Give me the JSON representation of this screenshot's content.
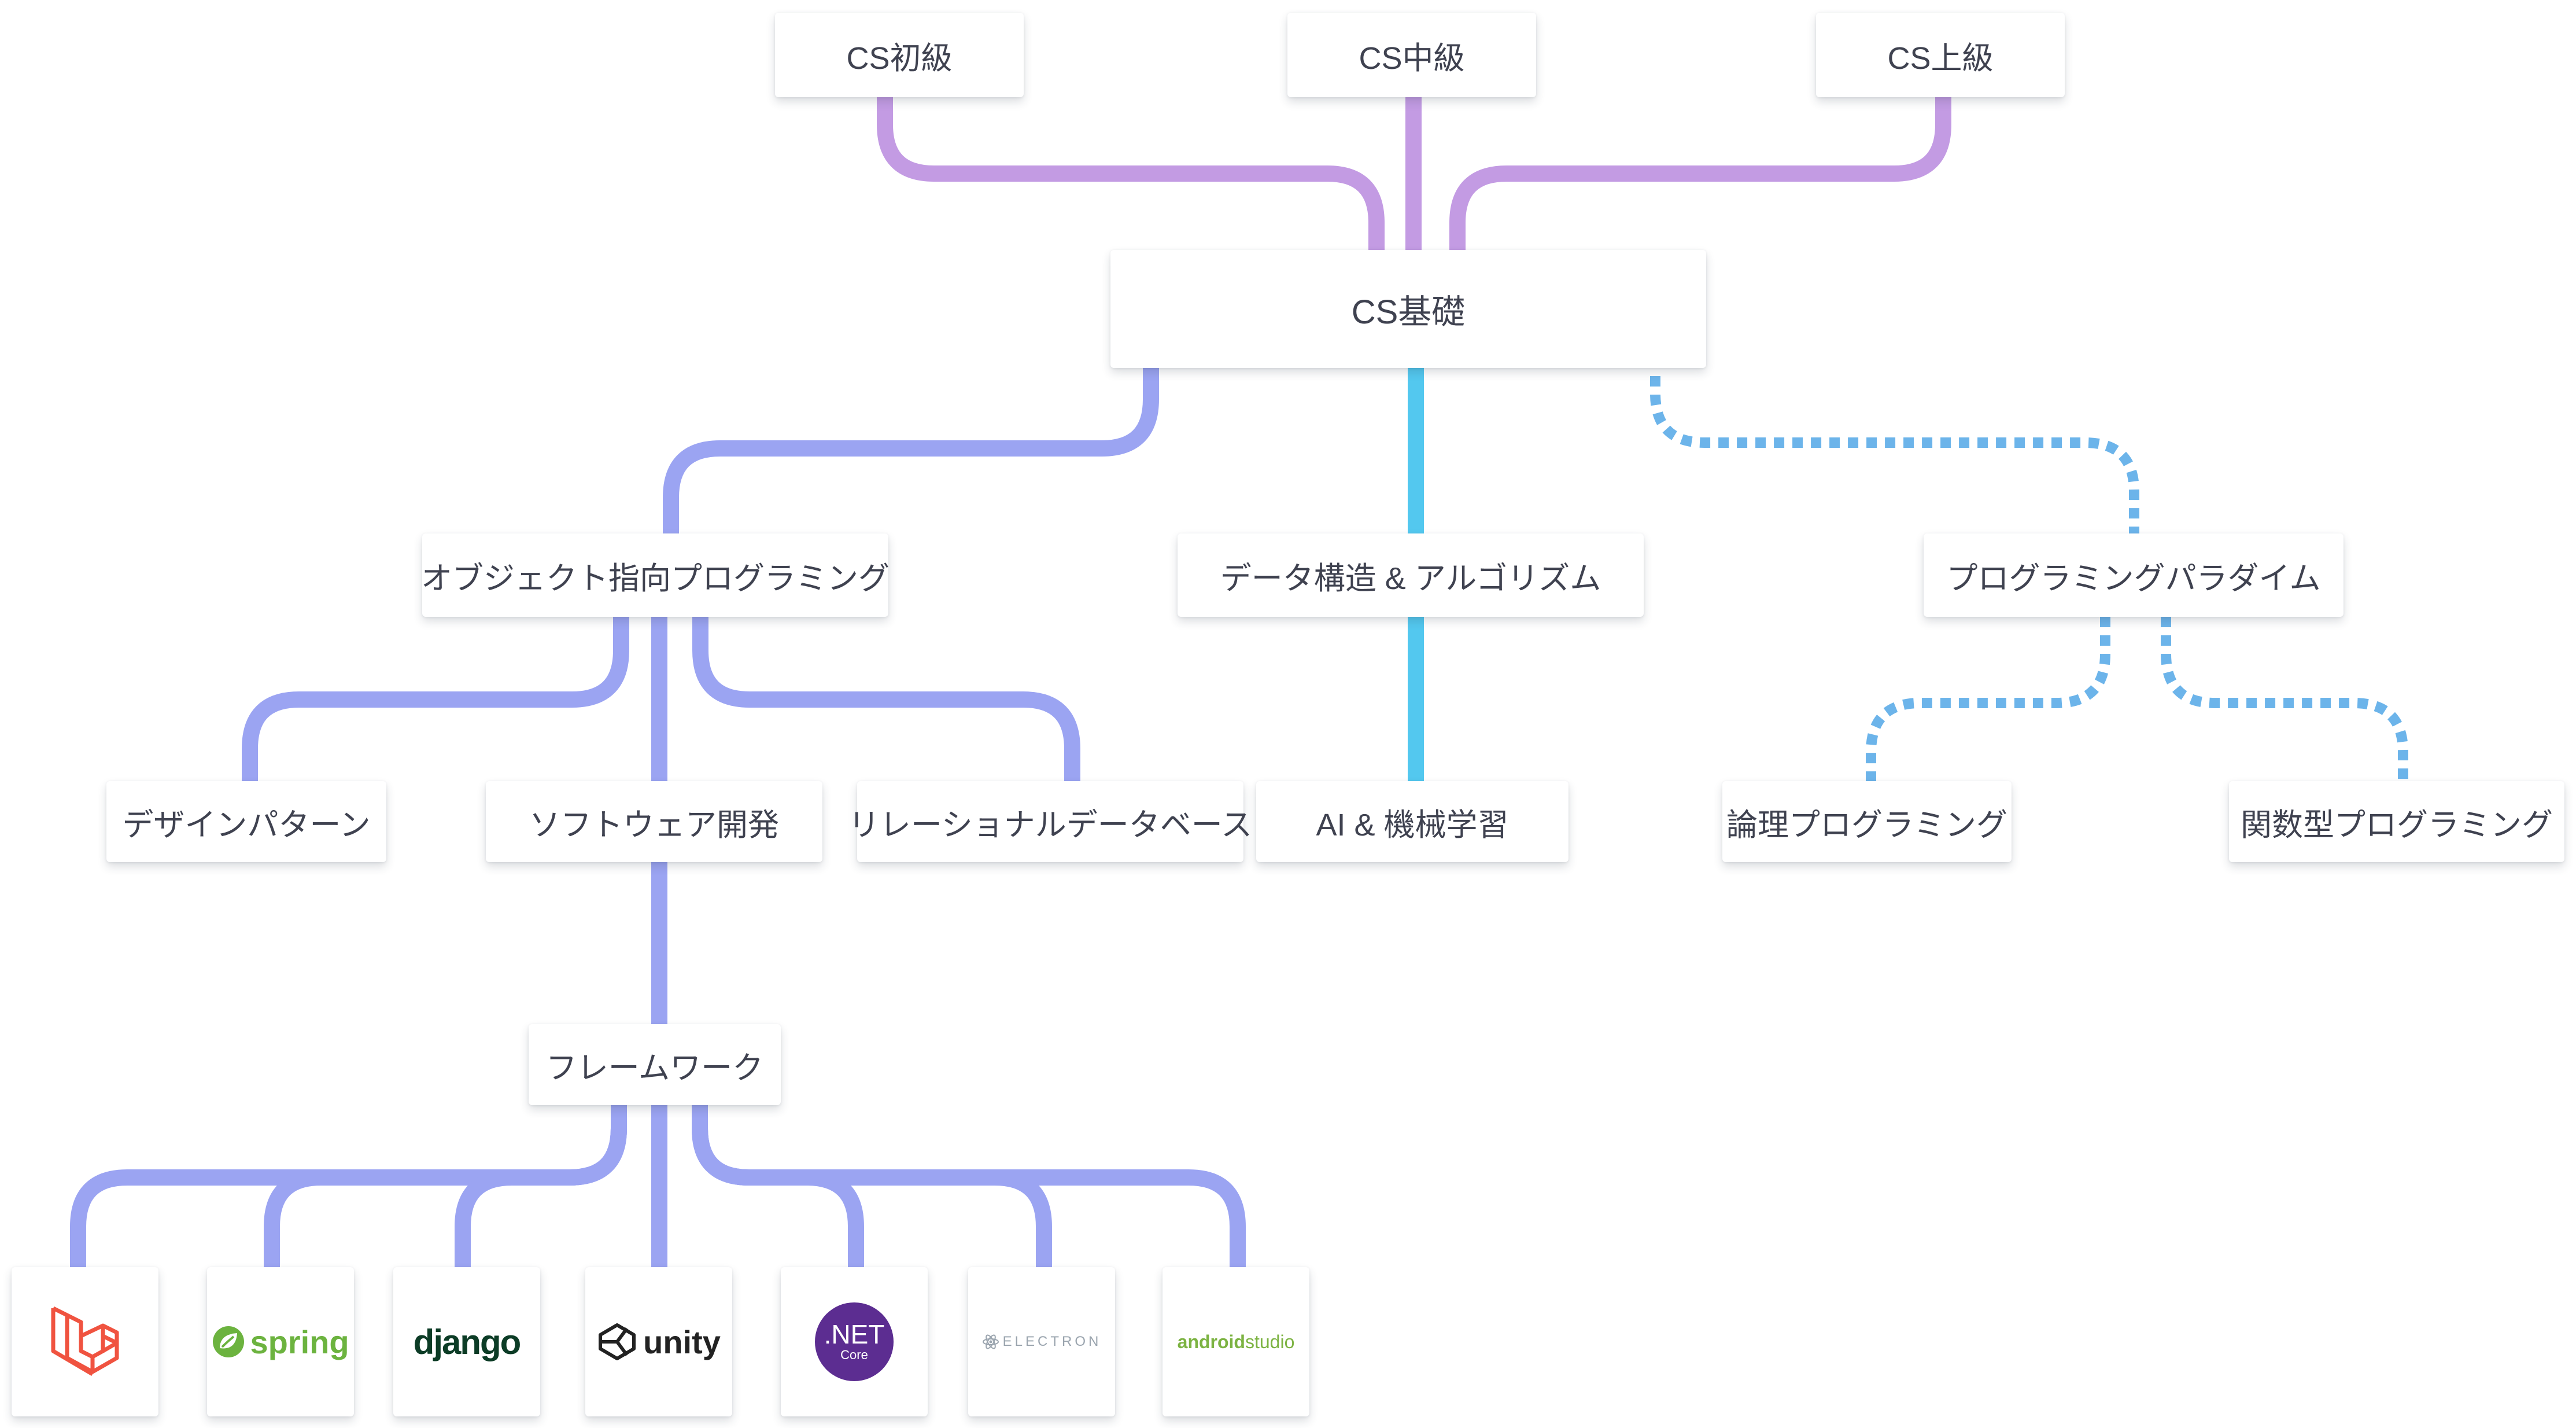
{
  "colors": {
    "cs_levels": "#c39be3",
    "oop": "#9ba4f2",
    "ds_algo": "#53c8ef",
    "paradigm_dotted": "#6cb4ea",
    "laravel": "#f05340",
    "spring": "#6cb33f",
    "django": "#0c3c26",
    "unity": "#222222",
    "dotnet": "#5c2d91",
    "electron": "#9aa4ae",
    "android_studio": "#7cb342"
  },
  "nodes": {
    "cs_beginner": "CS初級",
    "cs_intermediate": "CS中級",
    "cs_advanced": "CS上級",
    "cs_foundation": "CS基礎",
    "oop": "オブジェクト指向プログラミング",
    "ds_algo": "データ構造 & アルゴリズム",
    "paradigm": "プログラミングパラダイム",
    "design_pattern": "デザインパターン",
    "software_dev": "ソフトウェア開発",
    "rdb": "リレーショナルデータベース",
    "ai_ml": "AI & 機械学習",
    "logic_prog": "論理プログラミング",
    "functional_prog": "関数型プログラミング",
    "framework": "フレームワーク"
  },
  "logos": {
    "laravel": {
      "icon": "laravel-icon"
    },
    "spring": {
      "text": "spring",
      "icon": "spring-leaf-icon"
    },
    "django": {
      "text": "django"
    },
    "unity": {
      "text": "unity",
      "icon": "unity-cube-icon"
    },
    "dotnet": {
      "text": ".NET",
      "subtext": "Core"
    },
    "electron": {
      "text": "ELECTRON",
      "icon": "electron-atom-icon"
    },
    "android_studio": {
      "text_bold": "android",
      "text_light": "studio"
    }
  }
}
